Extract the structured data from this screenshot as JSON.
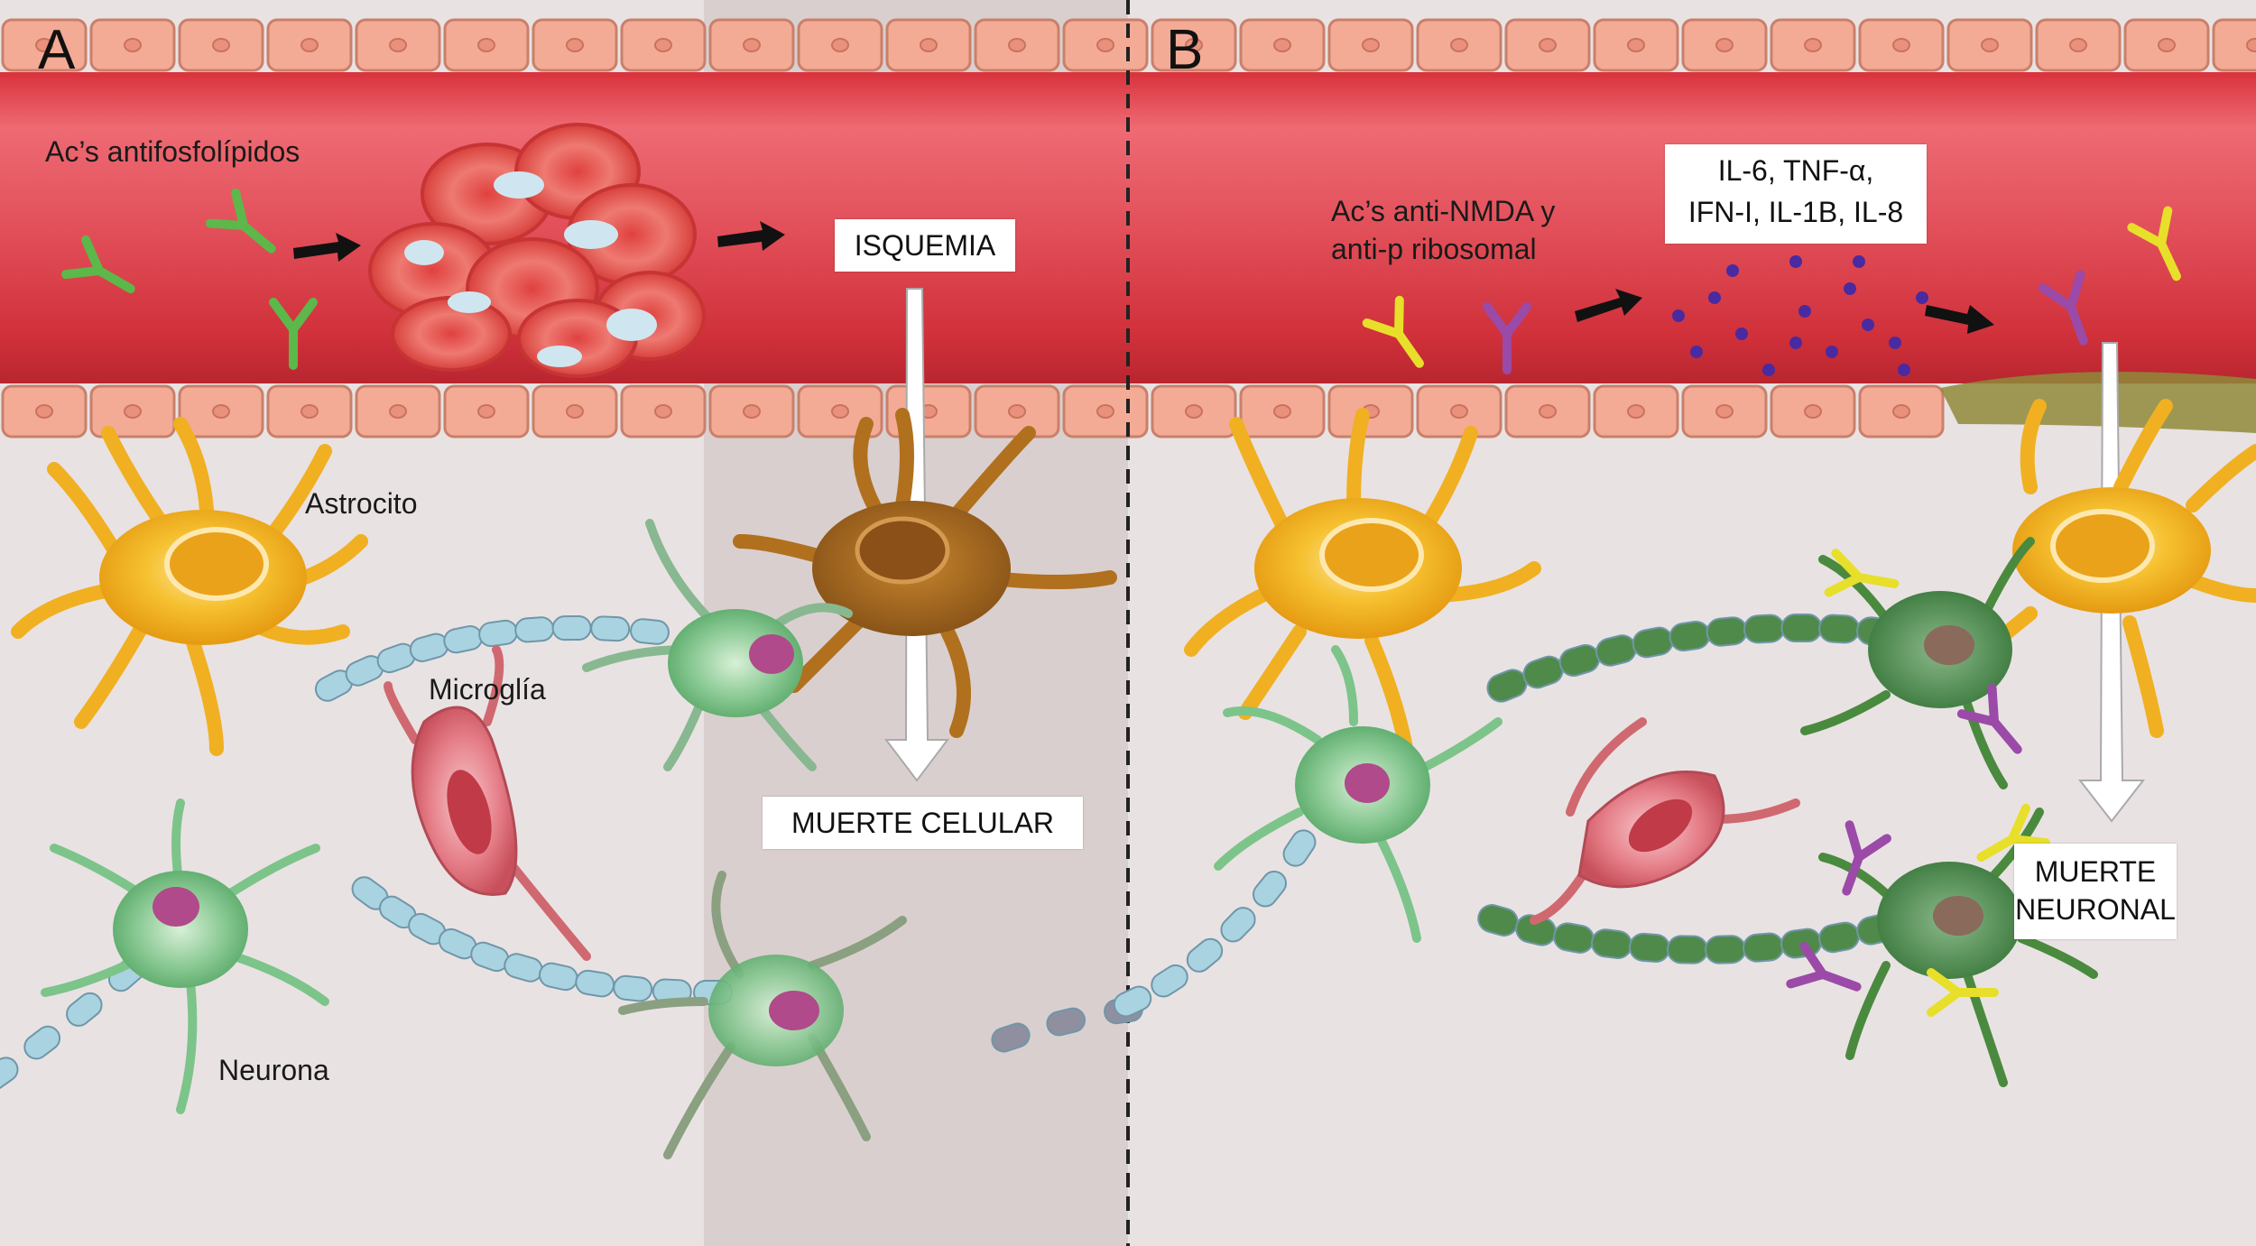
{
  "panels": [
    {
      "letter": "A"
    },
    {
      "letter": "B"
    }
  ],
  "panel_a": {
    "antibody_label": "Ac’s antifosfolípidos",
    "ischemia_box": "ISQUEMIA",
    "death_box": "MUERTE CELULAR",
    "astrocyte_label": "Astrocito",
    "microglia_label": "Microglía",
    "neuron_label": "Neurona"
  },
  "panel_b": {
    "antibody_label_line1": "Ac’s anti-NMDA y",
    "antibody_label_line2": "anti-p ribosomal",
    "cytokines_line1": "IL-6, TNF-α,",
    "cytokines_line2": "IFN-I, IL-1B, IL-8",
    "death_box_line1": "MUERTE",
    "death_box_line2": "NEURONAL"
  },
  "colors": {
    "background": "#e8e1e2",
    "vessel": "#d93a46",
    "endothelium": "#f2a892",
    "astrocyte": "#f2b21c",
    "neuron": "#7cc48a",
    "myelin": "#a9d3e0",
    "microglia": "#e0747c",
    "antiphospholipid_ab": "#5cb84a",
    "anti_nmda_ab": "#e8df2a",
    "anti_p_ab": "#9b4aa8",
    "cytokine": "#4a2aa0"
  }
}
